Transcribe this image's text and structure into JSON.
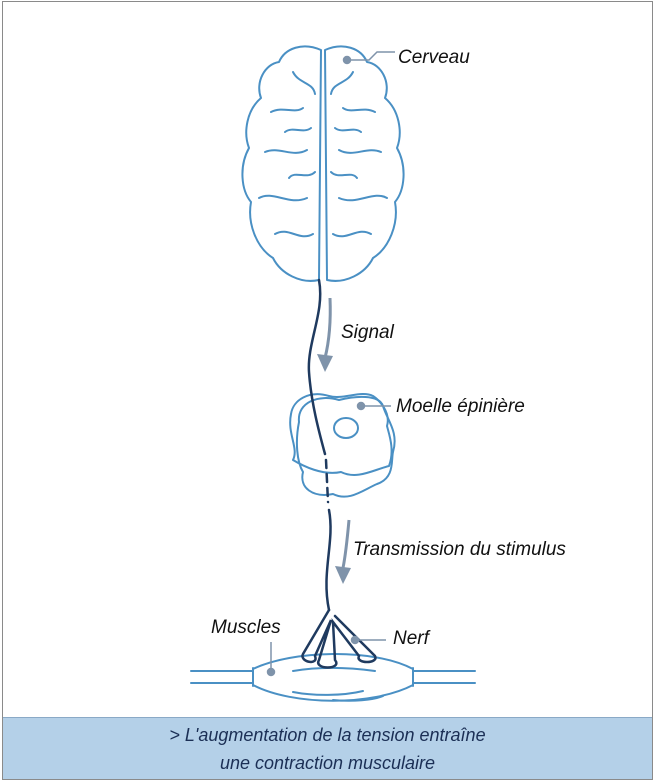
{
  "labels": {
    "brain": "Cerveau",
    "signal": "Signal",
    "spinal_cord": "Moelle épinière",
    "transmission": "Transmission du stimulus",
    "muscles": "Muscles",
    "nerve": "Nerf"
  },
  "caption": {
    "line1": "> L'augmentation de la tension entraîne",
    "line2": "une contraction musculaire"
  },
  "colors": {
    "outline": "#4a90c4",
    "nerve": "#1f3a5f",
    "arrow": "#7f93aa",
    "caption_bg": "#b4d0e8",
    "caption_text": "#1b2f55"
  }
}
